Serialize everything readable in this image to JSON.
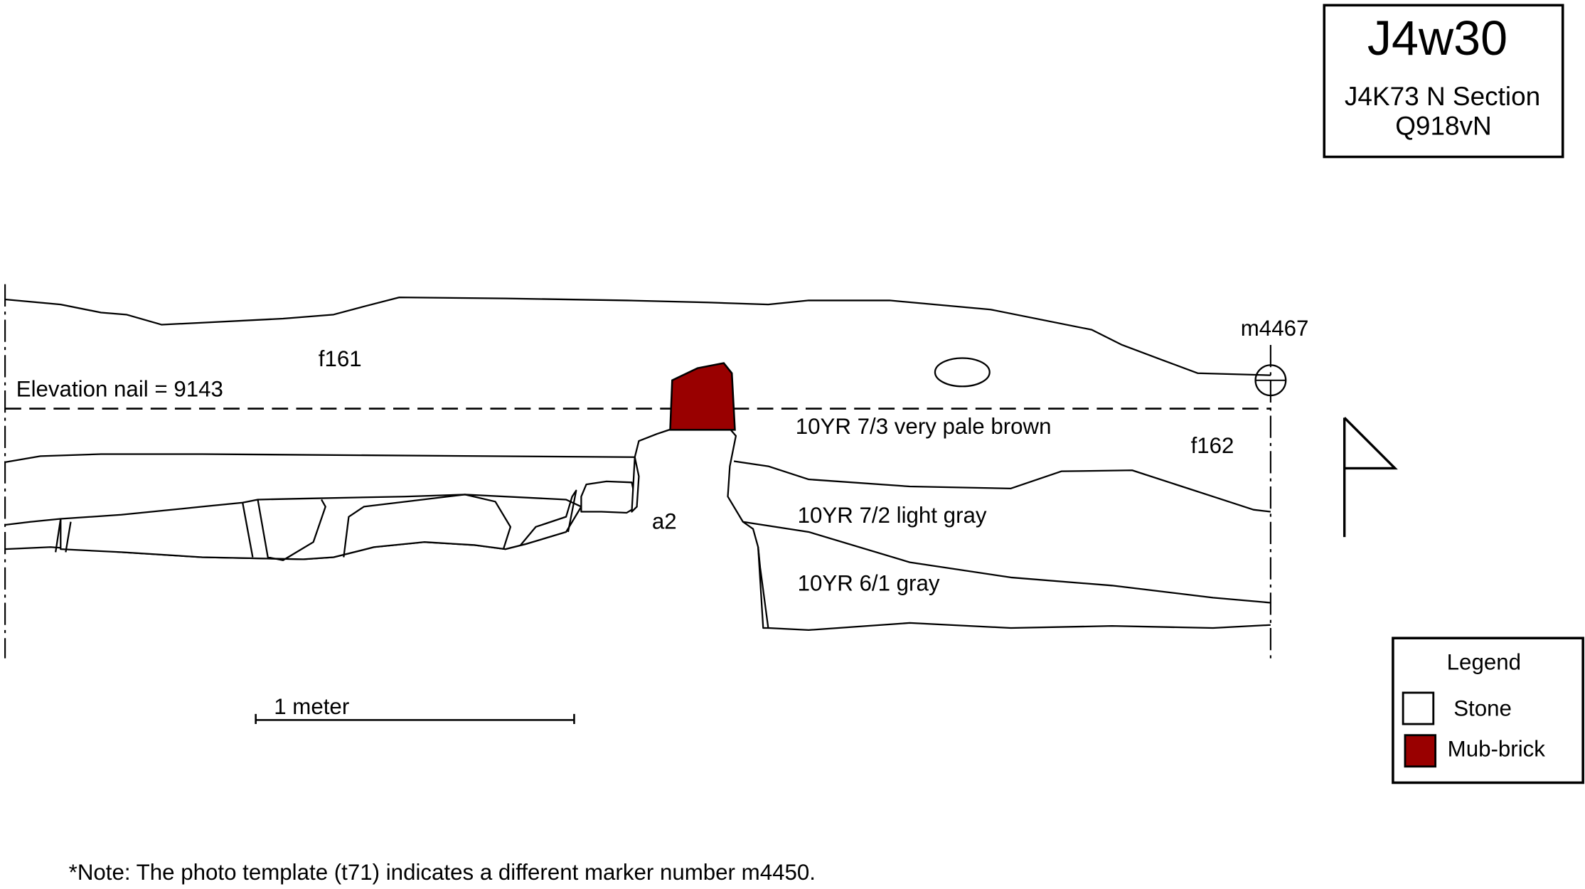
{
  "title_box": {
    "code": "J4w30",
    "section": "J4K73 N Section",
    "ref": "Q918vN"
  },
  "labels": {
    "f161": "f161",
    "f162": "f162",
    "a2": "a2",
    "marker": "m4467",
    "elevation": "Elevation nail = 9143",
    "layer1": "10YR 7/3 very pale brown",
    "layer2": "10YR 7/2 light gray",
    "layer3": "10YR 6/1 gray"
  },
  "scale_bar": {
    "label": "1 meter"
  },
  "legend": {
    "title": "Legend",
    "items": [
      {
        "label": "Stone",
        "color": "#ffffff"
      },
      {
        "label": "Mub-brick",
        "color": "#990000"
      }
    ]
  },
  "note": "*Note: The photo template (t71) indicates a different marker number m4450."
}
